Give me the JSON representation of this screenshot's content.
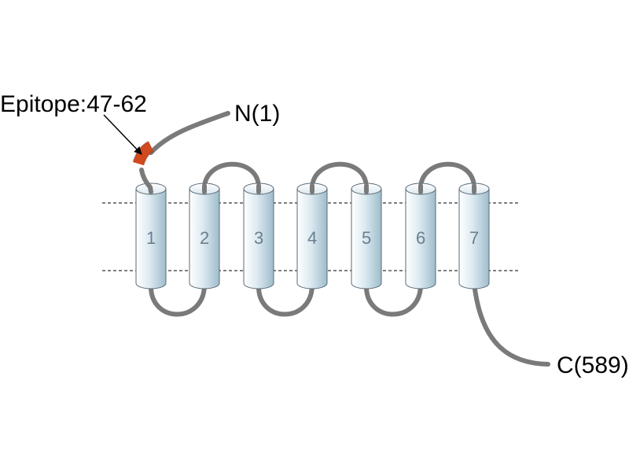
{
  "labels": {
    "epitope": "Epitope:47-62",
    "n_terminus": "N(1)",
    "c_terminus": "C(589)"
  },
  "helices": [
    "1",
    "2",
    "3",
    "4",
    "5",
    "6",
    "7"
  ],
  "colors": {
    "strand": "#7a7a7a",
    "epitope": "#d04a1e",
    "helix_light": "#f4fafd",
    "helix_dark": "#a9c6d4",
    "helix_number": "#6a7f8f"
  }
}
